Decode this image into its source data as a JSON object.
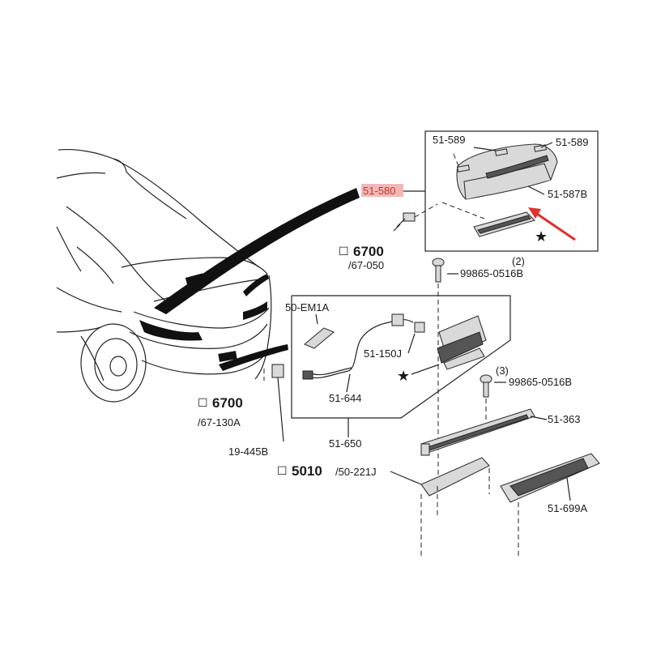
{
  "colors": {
    "highlight_box": "#f2b8b8",
    "highlight_text": "#c0392b",
    "arrow": "#e0302a"
  },
  "labels": {
    "detail_top_left_589": "51-589",
    "detail_top_right_589": "51-589",
    "detail_587b": "51-587B",
    "highlighted_580": "51-580",
    "ref_6700_top": "6700",
    "ref_67_050": "/67-050",
    "screw_top_qty": "(2)",
    "screw_top_part": "99865-0516B",
    "em1a": "50-EM1A",
    "bulb_150j": "51-150J",
    "harness_644": "51-644",
    "screw_mid_qty": "(3)",
    "screw_mid_part": "99865-0516B",
    "bracket_363": "51-363",
    "ref_6700_left": "6700",
    "ref_67_130a": "/67-130A",
    "connector_445b": "19-445B",
    "assembly_650": "51-650",
    "ref_5010": "5010",
    "ref_50_221j": "/50-221J",
    "cover_699a": "51-699A"
  },
  "icons": {
    "star_detail": "star-icon",
    "star_lamp": "star-icon",
    "ref_marker": "reference-icon"
  }
}
